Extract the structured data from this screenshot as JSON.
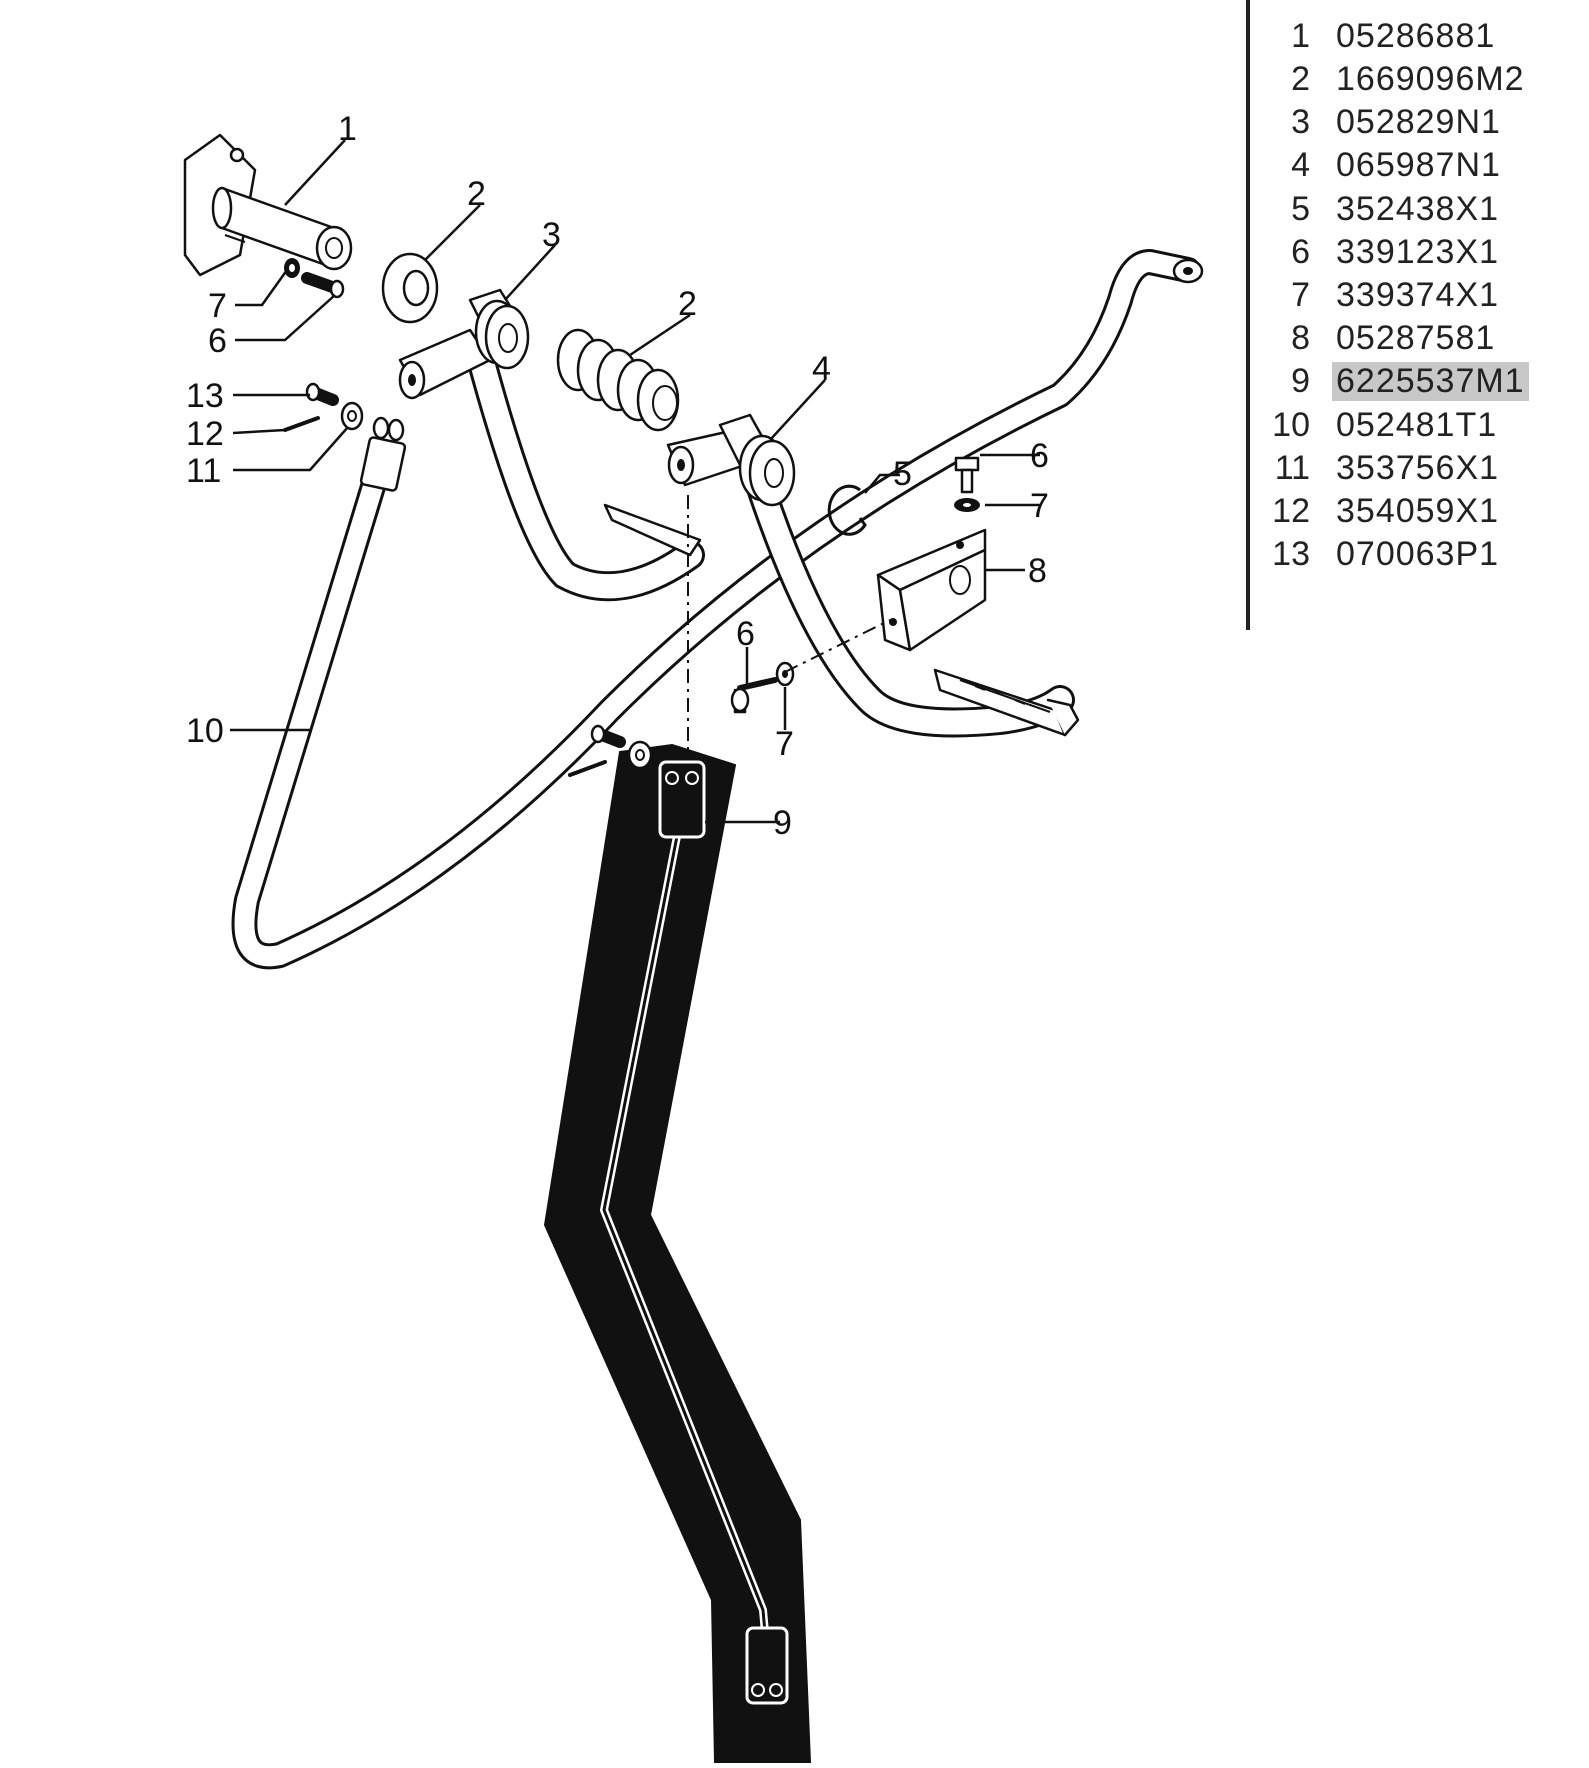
{
  "callouts": {
    "c1": "1",
    "c2a": "2",
    "c2b": "2",
    "c3": "3",
    "c4": "4",
    "c5": "5",
    "c6a": "6",
    "c6b": "6",
    "c6c": "6",
    "c7a": "7",
    "c7b": "7",
    "c7c": "7",
    "c8": "8",
    "c9": "9",
    "c10": "10",
    "c11": "11",
    "c12": "12",
    "c13": "13"
  },
  "parts_list": [
    {
      "num": "1",
      "code": "05286881"
    },
    {
      "num": "2",
      "code": "1669096M2"
    },
    {
      "num": "3",
      "code": "052829N1"
    },
    {
      "num": "4",
      "code": "065987N1"
    },
    {
      "num": "5",
      "code": "352438X1"
    },
    {
      "num": "6",
      "code": "339123X1"
    },
    {
      "num": "7",
      "code": "339374X1"
    },
    {
      "num": "8",
      "code": "05287581"
    },
    {
      "num": "9",
      "code": "6225537M1",
      "selected": true
    },
    {
      "num": "10",
      "code": "052481T1"
    },
    {
      "num": "11",
      "code": "353756X1"
    },
    {
      "num": "12",
      "code": "354059X1"
    },
    {
      "num": "13",
      "code": "070063P1"
    }
  ]
}
